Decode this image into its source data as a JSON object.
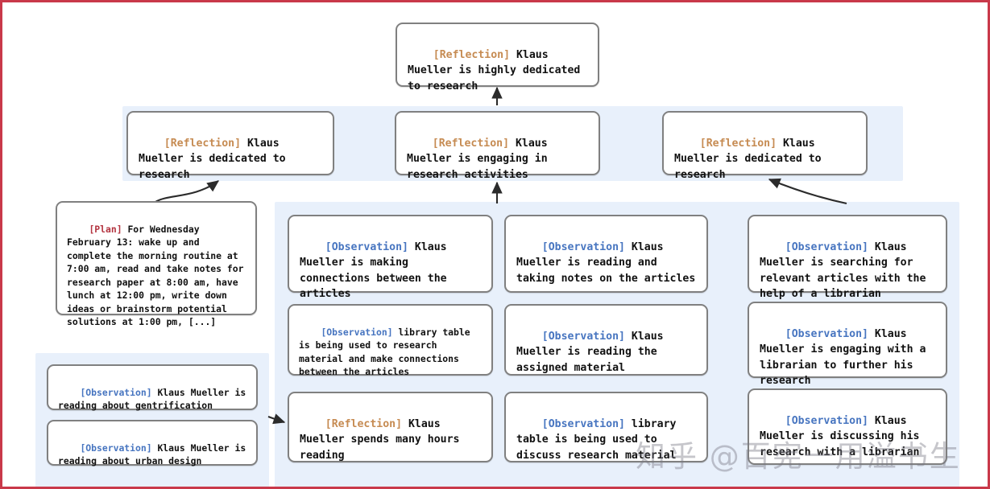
{
  "figure": {
    "border_color": "#c9394a",
    "panel_color": "#e8f0fb",
    "node_border_color": "#808080"
  },
  "tags": {
    "reflection": "[Reflection]",
    "observation": "[Observation]",
    "plan": "[Plan]",
    "reflection_color": "#c68b52",
    "observation_color": "#4775c0",
    "plan_color": "#b3333f"
  },
  "top": {
    "tag": "[Reflection]",
    "text": " Klaus Mueller is highly dedicated to research"
  },
  "reflections": [
    {
      "tag": "[Reflection]",
      "text": " Klaus Mueller is dedicated to research"
    },
    {
      "tag": "[Reflection]",
      "text": " Klaus Mueller is engaging in research activities"
    },
    {
      "tag": "[Reflection]",
      "text": " Klaus Mueller is dedicated to research"
    }
  ],
  "plan": {
    "tag": "[Plan]",
    "text": " For Wednesday February 13: wake up and complete the morning routine at 7:00 am, read and take notes for research paper at 8:00 am, have lunch at 12:00 pm, write down ideas or brainstorm potential solutions at 1:00 pm, [...]"
  },
  "bottom_left": [
    {
      "tag": "[Observation]",
      "text": " Klaus Mueller is reading about gentrification"
    },
    {
      "tag": "[Observation]",
      "text": " Klaus Mueller is reading about urban design"
    }
  ],
  "column_one": [
    {
      "tag": "[Observation]",
      "text": " Klaus Mueller is making connections between the articles"
    },
    {
      "tag": "[Observation]",
      "text": " library table is being used to research material and make connections between the articles"
    },
    {
      "tag": "[Reflection]",
      "text": " Klaus Mueller spends many hours reading"
    }
  ],
  "column_two": [
    {
      "tag": "[Observation]",
      "text": " Klaus Mueller is reading and taking notes on the articles"
    },
    {
      "tag": "[Observation]",
      "text": " Klaus Mueller is reading the assigned material"
    },
    {
      "tag": "[Observation]",
      "text": " library table is being used to discuss research material"
    }
  ],
  "column_three": [
    {
      "tag": "[Observation]",
      "text": " Klaus Mueller is searching for relevant articles with the help of a librarian"
    },
    {
      "tag": "[Observation]",
      "text": " Klaus Mueller is engaging with a librarian to further his research"
    },
    {
      "tag": "[Observation]",
      "text": " Klaus Mueller is discussing his research with a librarian"
    }
  ],
  "watermark": {
    "text": "知乎 @百宪一用溢书生"
  }
}
